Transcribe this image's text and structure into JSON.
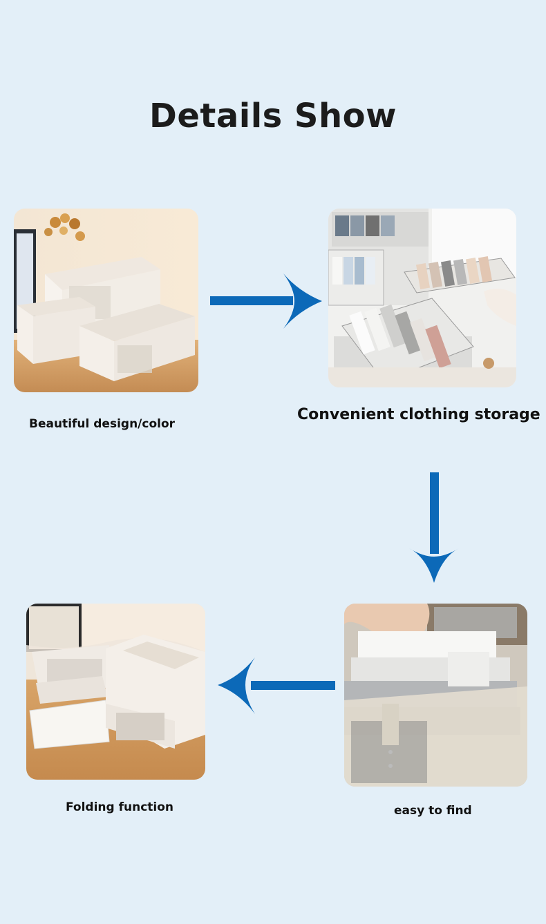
{
  "page": {
    "title": "Details Show",
    "background_color": "#e3eff8",
    "arrow_color": "#0c69b8"
  },
  "panels": [
    {
      "caption": "Beautiful design/color",
      "image_subject": "three-white-fabric-storage-boxes-on-wooden-table"
    },
    {
      "caption": "Convenient clothing storage",
      "image_subject": "drawer-organizers-with-folded-clothes"
    },
    {
      "caption": "easy to find",
      "image_subject": "hand-picking-folded-shirts-from-box"
    },
    {
      "caption": "Folding function",
      "image_subject": "folded-and-unfolded-storage-boxes"
    }
  ],
  "arrows": [
    {
      "direction": "right",
      "icon": "arrow-right-icon"
    },
    {
      "direction": "down",
      "icon": "arrow-down-icon"
    },
    {
      "direction": "left",
      "icon": "arrow-left-icon"
    }
  ]
}
